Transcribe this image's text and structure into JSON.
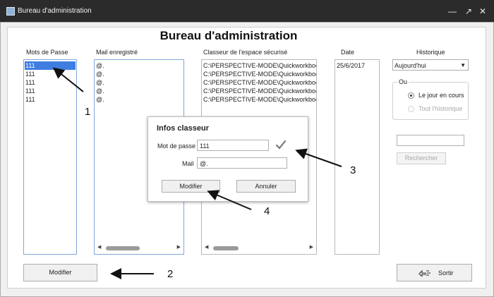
{
  "window": {
    "title": "Bureau d'administration",
    "controls": [
      "—",
      "↗",
      "✕"
    ]
  },
  "main_title": "Bureau d'administration",
  "columns": {
    "passwords": {
      "header": "Mots de Passe",
      "items": [
        "111",
        "111",
        "111",
        "111",
        "111"
      ],
      "selected_index": 0
    },
    "emails": {
      "header": "Mail enregistré",
      "items": [
        "@.",
        "@.",
        "@.",
        "@.",
        "@."
      ]
    },
    "binder": {
      "header": "Classeur de l'espace sécurisé",
      "items": [
        "C:\\PERSPECTIVE-MODE\\Quickworkbook",
        "C:\\PERSPECTIVE-MODE\\Quickworkbook",
        "C:\\PERSPECTIVE-MODE\\Quickworkbook",
        "C:\\PERSPECTIVE-MODE\\Quickworkbook",
        "C:\\PERSPECTIVE-MODE\\Quickworkbook"
      ]
    },
    "date": {
      "header": "Date",
      "items": [
        "25/6/2017"
      ]
    }
  },
  "history": {
    "header": "Historique",
    "select_value": "Aujourd'hui",
    "group_label": "Ou",
    "radio_today": "Le jour en cours",
    "radio_all": "Tout l'historique",
    "search_value": "",
    "search_button": "Rechercher"
  },
  "buttons": {
    "modify": "Modifier",
    "exit": "Sortir"
  },
  "dialog": {
    "title": "Infos classeur",
    "password_label": "Mot de passe",
    "password_value": "111",
    "mail_label": "Mail",
    "mail_value": "@.",
    "modify": "Modifier",
    "cancel": "Annuler"
  },
  "annotations": [
    "1",
    "2",
    "3",
    "4"
  ],
  "colors": {
    "titlebar": "#2b2b2b",
    "selection": "#3f7ee0",
    "list_border": "#7fa7d9"
  },
  "icons": [
    "app-icon",
    "minimize-icon",
    "restore-icon",
    "close-icon",
    "chevron-down-icon",
    "checkmark-icon",
    "exit-icon"
  ]
}
